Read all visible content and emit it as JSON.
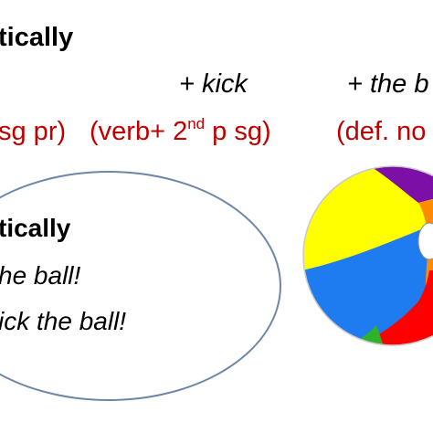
{
  "top": {
    "heading": "tically",
    "word_kick": "+ kick",
    "word_ball": "+ the b",
    "gram_1": "sg pr)",
    "gram_2_pre": "(verb+ 2",
    "gram_2_sup": "nd",
    "gram_2_post": " p sg)",
    "gram_3": "(def. no"
  },
  "ellipse": {
    "heading": "tically",
    "line_1": "he ball!",
    "line_2": "ick the ball!"
  },
  "ball": {
    "colors": [
      "#ffff00",
      "#7b0fa6",
      "#ff8c00",
      "#1e7bf0",
      "#ff0000",
      "#2fb12a"
    ]
  }
}
